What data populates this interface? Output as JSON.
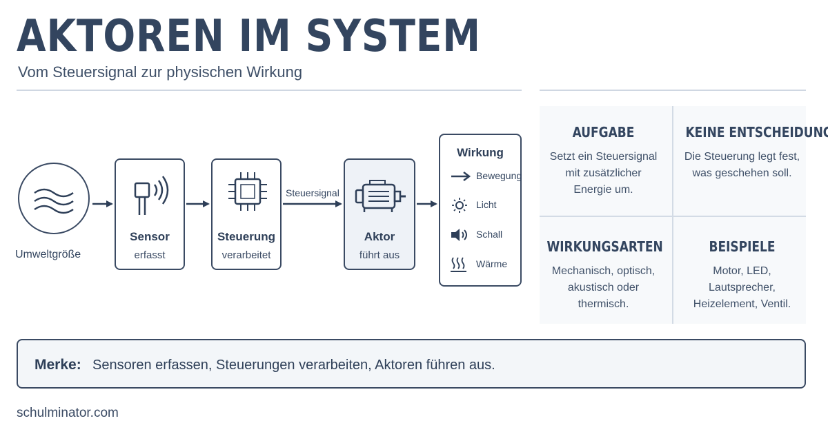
{
  "header": {
    "title": "AKTOREN IM SYSTEM",
    "subtitle": "Vom Steuersignal zur physischen Wirkung"
  },
  "flow": {
    "environment_label": "Umweltgröße",
    "sensor": {
      "label": "Sensor",
      "sub": "erfasst"
    },
    "control": {
      "label": "Steuerung",
      "sub": "verarbeitet"
    },
    "signal_label": "Steuersignal",
    "actuator": {
      "label": "Aktor",
      "sub": "führt aus"
    },
    "effects": {
      "title": "Wirkung",
      "items": [
        {
          "icon": "arrow-right-icon",
          "label": "Bewegung"
        },
        {
          "icon": "sun-icon",
          "label": "Licht"
        },
        {
          "icon": "speaker-icon",
          "label": "Schall"
        },
        {
          "icon": "heat-waves-icon",
          "label": "Wärme"
        }
      ]
    }
  },
  "info": [
    {
      "heading": "AUFGABE",
      "lines": [
        "Setzt ein Steuersignal",
        "mit zusätzlicher",
        "Energie um."
      ]
    },
    {
      "heading": "KEINE ENTSCHEIDUNG",
      "lines": [
        "Die Steuerung legt fest,",
        "was geschehen soll."
      ]
    },
    {
      "heading": "WIRKUNGSARTEN",
      "lines": [
        "Mechanisch, optisch,",
        "akustisch oder",
        "thermisch."
      ]
    },
    {
      "heading": "BEISPIELE",
      "lines": [
        "Motor, LED,",
        "Lautsprecher,",
        "Heizelement, Ventil."
      ]
    }
  ],
  "note": {
    "key": "Merke:",
    "text": "Sensoren erfassen, Steuerungen verarbeiten, Aktoren führen aus."
  },
  "footer": "schulminator.com",
  "colors": {
    "ink": "#2e3f58",
    "line": "#3a4a63",
    "panel": "#f7f9fb",
    "highlight": "#eef2f7"
  }
}
